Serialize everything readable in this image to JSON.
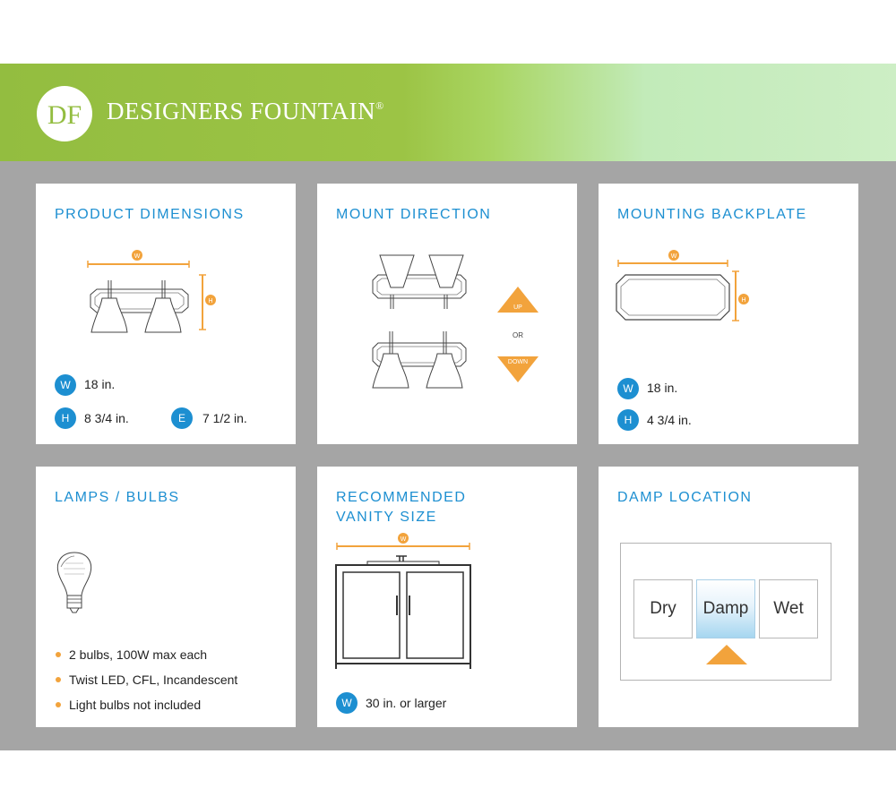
{
  "brand": {
    "logo_letters": "DF",
    "name": "DESIGNERS FOUNTAIN",
    "reg": "®"
  },
  "colors": {
    "accent_blue": "#1d8fd1",
    "accent_orange": "#f2a33c",
    "panel_grey": "#a5a5a5",
    "header_green": "#93bd40"
  },
  "product_dimensions": {
    "title": "PRODUCT DIMENSIONS",
    "w_marker": "W",
    "h_marker": "H",
    "width": {
      "badge": "W",
      "value": "18 in."
    },
    "height": {
      "badge": "H",
      "value": "8 3/4 in."
    },
    "extension": {
      "badge": "E",
      "value": "7 1/2  in."
    }
  },
  "mount_direction": {
    "title": "MOUNT DIRECTION",
    "up_label": "UP",
    "or_label": "OR",
    "down_label": "DOWN"
  },
  "mounting_backplate": {
    "title": "MOUNTING BACKPLATE",
    "w_marker": "W",
    "h_marker": "H",
    "width": {
      "badge": "W",
      "value": "18 in."
    },
    "height": {
      "badge": "H",
      "value": "4 3/4 in."
    }
  },
  "lamps_bulbs": {
    "title": "LAMPS / BULBS",
    "bullets": [
      "2 bulbs, 100W max each",
      "Twist LED, CFL, Incandescent",
      "Light bulbs not included"
    ]
  },
  "vanity": {
    "title_line1": "RECOMMENDED",
    "title_line2": "VANITY SIZE",
    "w_marker": "W",
    "width": {
      "badge": "W",
      "value": "30 in. or larger"
    }
  },
  "damp_location": {
    "title": "DAMP LOCATION",
    "options": [
      "Dry",
      "Damp",
      "Wet"
    ],
    "selected": "Damp"
  }
}
